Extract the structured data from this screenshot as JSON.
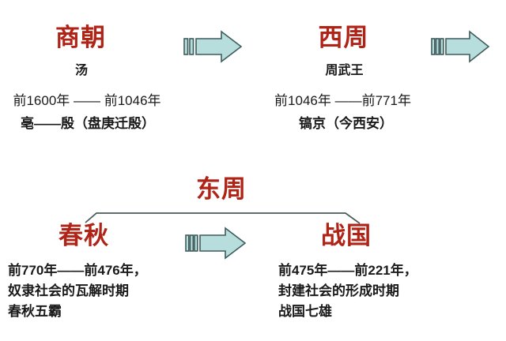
{
  "diagram": {
    "title_text_color": "#b02418",
    "body_text_color": "#1a1a1a",
    "arrow_fill": "#b8dddd",
    "arrow_stroke": "#3f5c5c",
    "bracket_stroke": "#4a5a5a"
  },
  "shang": {
    "title": "商朝",
    "ruler": "汤",
    "period": "前1600年 —— 前1046年",
    "capital": "亳——殷（盘庚迁殷）"
  },
  "western_zhou": {
    "title": "西周",
    "ruler": "周武王",
    "period": "前1046年 ——前771年",
    "capital": "镐京（今西安）"
  },
  "eastern_zhou": {
    "title": "东周"
  },
  "spring_autumn": {
    "title": "春秋",
    "period": "前770年——前476年，",
    "note1": "奴隶社会的瓦解时期",
    "note2": "春秋五霸"
  },
  "warring_states": {
    "title": "战国",
    "period": "前475年——前221年，",
    "note1": "封建社会的形成时期",
    "note2": "战国七雄"
  },
  "arrows": {
    "shang_to_zhou": "striped-right-arrow",
    "zhou_onward": "striped-right-arrow",
    "spring_to_warring": "striped-right-arrow"
  }
}
